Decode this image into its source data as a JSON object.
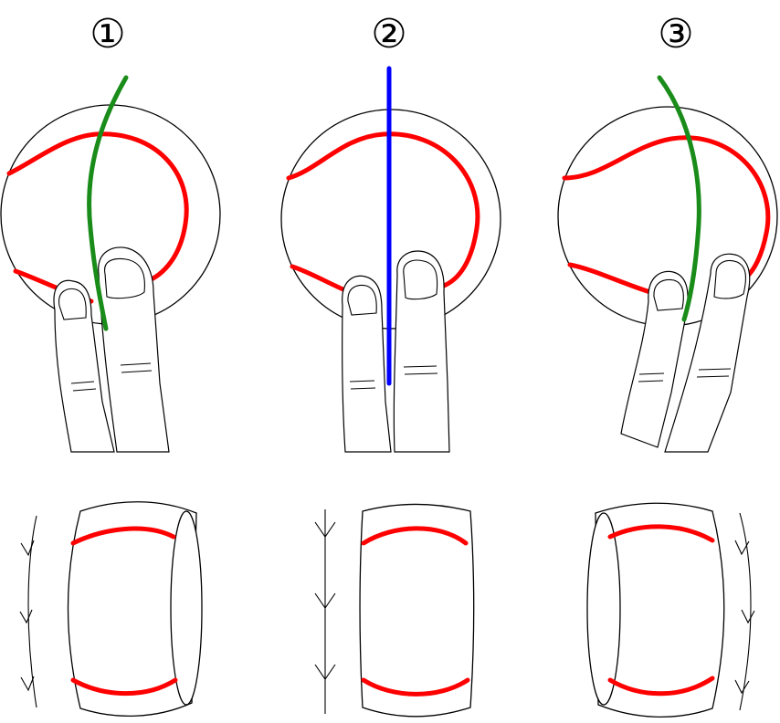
{
  "colors": {
    "seam": "#ff0000",
    "axis_curved": "#1a8c1a",
    "axis_straight": "#0000ff",
    "line": "#000000"
  },
  "panels": [
    {
      "id": "1",
      "label": "①",
      "axis": "curved-right",
      "rotation": "arrows-left"
    },
    {
      "id": "2",
      "label": "②",
      "axis": "straight",
      "rotation": "arrows-center"
    },
    {
      "id": "3",
      "label": "③",
      "axis": "curved-left",
      "rotation": "arrows-right"
    }
  ]
}
